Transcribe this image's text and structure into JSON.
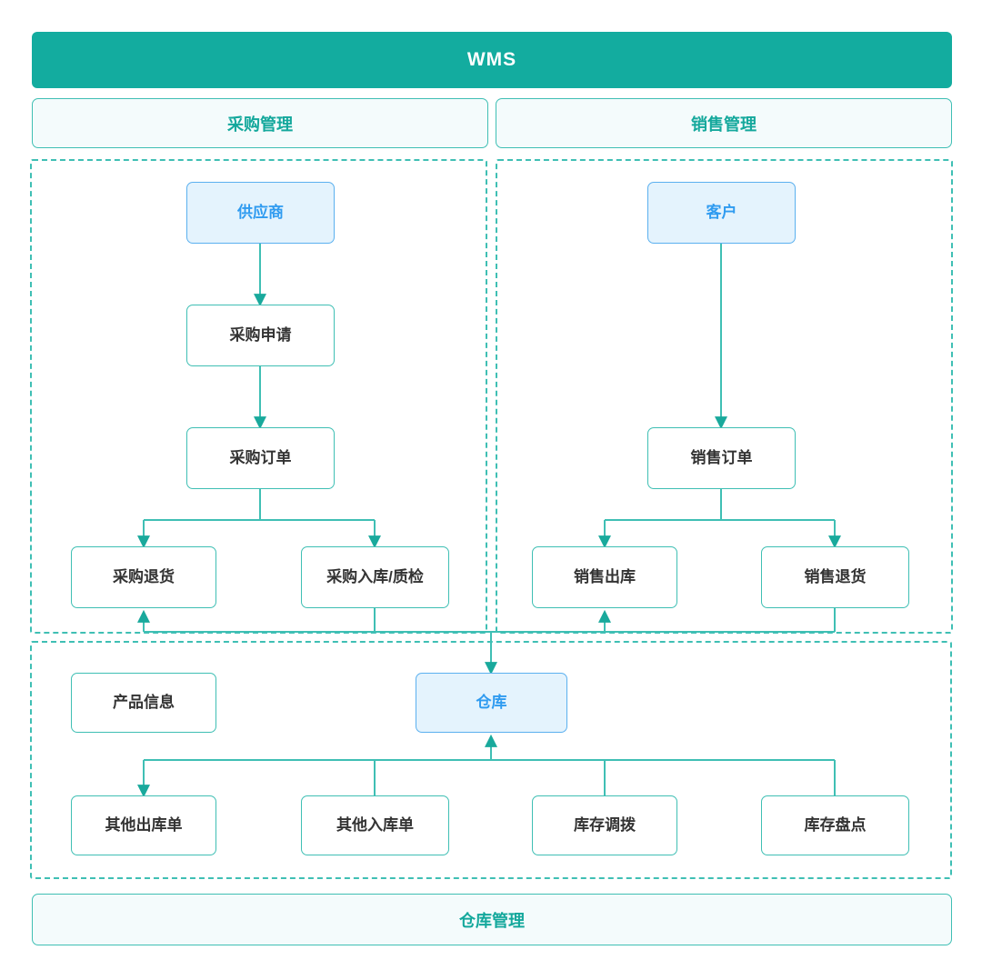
{
  "title": {
    "label": "WMS"
  },
  "sections": {
    "purchase": {
      "label": "采购管理"
    },
    "sales": {
      "label": "销售管理"
    },
    "warehouse_footer": {
      "label": "仓库管理"
    }
  },
  "nodes": {
    "supplier": {
      "label": "供应商",
      "kind": "entity"
    },
    "purchase_request": {
      "label": "采购申请",
      "kind": "process"
    },
    "purchase_order": {
      "label": "采购订单",
      "kind": "process"
    },
    "purchase_return": {
      "label": "采购退货",
      "kind": "process"
    },
    "purchase_inbound": {
      "label": "采购入库/质检",
      "kind": "process"
    },
    "customer": {
      "label": "客户",
      "kind": "entity"
    },
    "sales_order": {
      "label": "销售订单",
      "kind": "process"
    },
    "sales_outbound": {
      "label": "销售出库",
      "kind": "process"
    },
    "sales_return": {
      "label": "销售退货",
      "kind": "process"
    },
    "product_info": {
      "label": "产品信息",
      "kind": "process"
    },
    "warehouse": {
      "label": "仓库",
      "kind": "entity"
    },
    "other_outbound": {
      "label": "其他出库单",
      "kind": "process"
    },
    "other_inbound": {
      "label": "其他入库单",
      "kind": "process"
    },
    "stock_transfer": {
      "label": "库存调拨",
      "kind": "process"
    },
    "stock_count": {
      "label": "库存盘点",
      "kind": "process"
    }
  },
  "colors": {
    "header_fill": "#13ac9f",
    "header_text": "#ffffff",
    "accent_teal": "#3fbfb4",
    "accent_teal_text": "#14a89c",
    "entity_fill": "#e4f3fd",
    "entity_border": "#5bb0ef",
    "entity_text": "#2f9bf0",
    "node_fill": "#ffffff",
    "node_text": "#333333",
    "section_fill": "#f4fbfc",
    "background": "#ffffff"
  },
  "flows": [
    {
      "from": "supplier",
      "to": "purchase_request"
    },
    {
      "from": "purchase_request",
      "to": "purchase_order"
    },
    {
      "from": "purchase_order",
      "to": "purchase_return"
    },
    {
      "from": "purchase_order",
      "to": "purchase_inbound"
    },
    {
      "from": "purchase_inbound",
      "to": "warehouse"
    },
    {
      "from": "customer",
      "to": "sales_order"
    },
    {
      "from": "sales_order",
      "to": "sales_outbound"
    },
    {
      "from": "sales_order",
      "to": "sales_return"
    },
    {
      "from": "warehouse",
      "to": "sales_outbound"
    },
    {
      "from": "sales_return",
      "to": "warehouse"
    },
    {
      "from": "warehouse",
      "to": "purchase_return"
    },
    {
      "from": "warehouse",
      "to": "other_outbound"
    },
    {
      "from": "other_inbound",
      "to": "warehouse"
    },
    {
      "from": "stock_transfer",
      "to": "warehouse"
    },
    {
      "from": "stock_count",
      "to": "warehouse"
    }
  ]
}
